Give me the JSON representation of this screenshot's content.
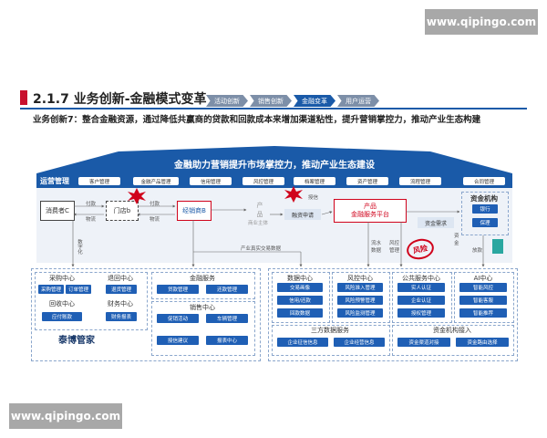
{
  "watermark_top": "www.qipingo.com",
  "watermark_bottom": "www.qipingo.com",
  "header": {
    "title": "2.1.7 业务创新-金融模式变革",
    "tabs": [
      "活动创新",
      "销售创新",
      "金融变革",
      "用户运营"
    ],
    "subtitle": "业务创新7：整合金融资源，通过降低共赢商的贷款和回款成本来增加渠道粘性，提升营销掌控力，推动产业生态构建"
  },
  "roof_text": "金融助力营销提升市场掌控力，推动产业生态建设",
  "ops_band": {
    "label": "运营管理",
    "items": [
      "客户管理",
      "金融产品管理",
      "信用管理",
      "风控管理",
      "档案管理",
      "资产管理",
      "流程管理",
      "合同管理"
    ]
  },
  "flow": {
    "consumer": "消费者C",
    "store": "门店b",
    "distributor": "经销商B",
    "product_label": "产\n品",
    "factory": "商业主体",
    "finance_apply": "融资申请",
    "platform": "产品\n金融服务平台",
    "funding_demand": "资金需求",
    "institution_title": "资金机构",
    "bank": "银行",
    "insurance": "保理",
    "labels": {
      "pay1": "付款",
      "pay2": "付款",
      "deliver1": "物流",
      "deliver2": "物流",
      "digital": "数字化",
      "credit": "产业真实交易数据",
      "contract": "授信",
      "flow_data": "流水\n数据",
      "risk_ctrl": "风控\n管理",
      "funds": "资\n金",
      "loan": "放款"
    },
    "risk_stamp": "风险"
  },
  "left_panel": {
    "blocks": [
      {
        "title": "采购中心",
        "items": [
          "采购管理",
          "订单管理"
        ]
      },
      {
        "title": "退回中心",
        "items": [
          "退货管理"
        ]
      },
      {
        "title": "回收中心",
        "items": [
          "应付账款"
        ]
      },
      {
        "title": "财务中心",
        "items": [
          "财务报表"
        ]
      }
    ],
    "brand": "泰博管家",
    "finance_service": {
      "title": "金融服务",
      "items": [
        "贷款管理",
        "还款管理"
      ]
    },
    "sales_center": {
      "title": "销售中心",
      "items": [
        "促销活动",
        "车辆管理",
        "授信建议",
        "报表中心"
      ]
    }
  },
  "right_panel": {
    "data_center": {
      "title": "数据中心",
      "items": [
        "交易画像",
        "信用/还款",
        "回款数据"
      ]
    },
    "risk_center": {
      "title": "风控中心",
      "items": [
        "风险准入管理",
        "风险预警管理",
        "风险监测管理"
      ]
    },
    "public_center": {
      "title": "公共服务中心",
      "items": [
        "实人认证",
        "企业认证",
        "授权管理"
      ]
    },
    "ai_center": {
      "title": "AI中心",
      "items": [
        "智能风控",
        "智能客服",
        "智能推荐"
      ]
    },
    "third_party": {
      "title": "三方数据服务",
      "items": [
        "企业征信信息",
        "企业经营信息"
      ]
    },
    "fund_access": {
      "title": "资金机构接入",
      "items": [
        "资金渠道对接",
        "资金路由选择"
      ]
    }
  }
}
